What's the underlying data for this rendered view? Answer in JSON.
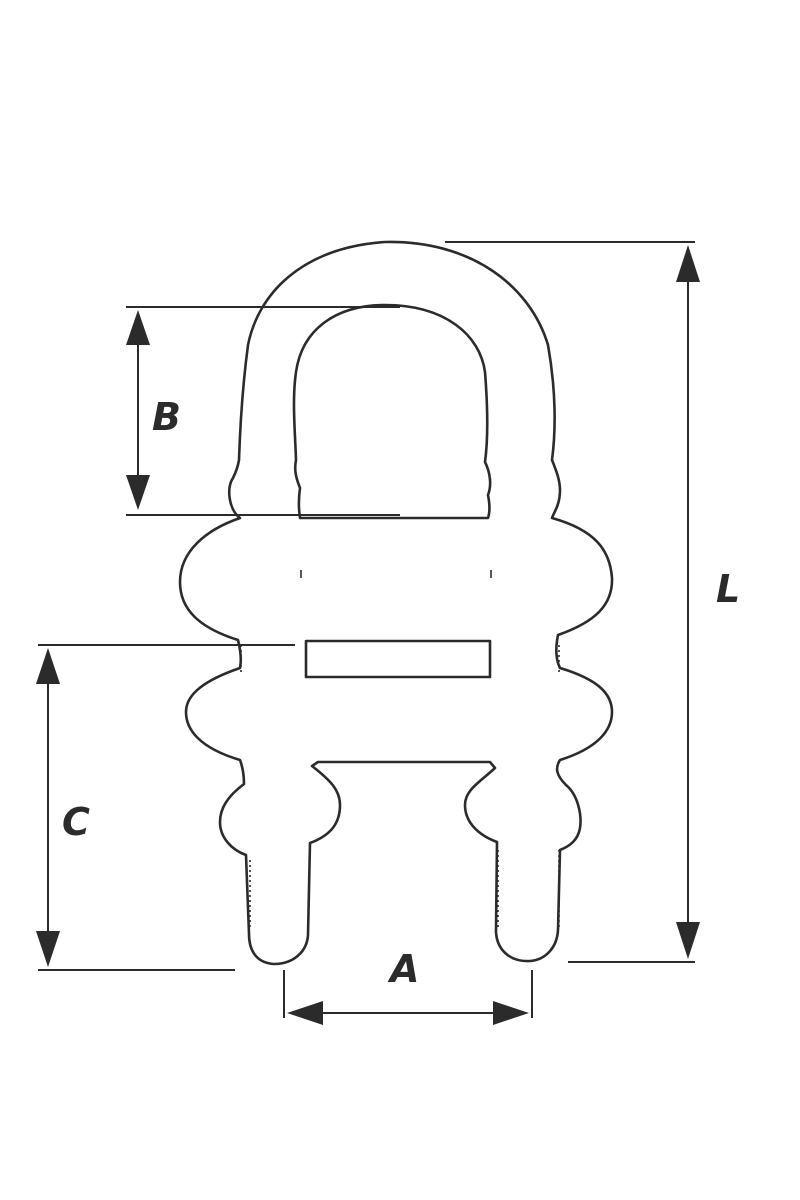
{
  "labels": {
    "a": "A",
    "b": "B",
    "c": "C",
    "l": "L"
  }
}
